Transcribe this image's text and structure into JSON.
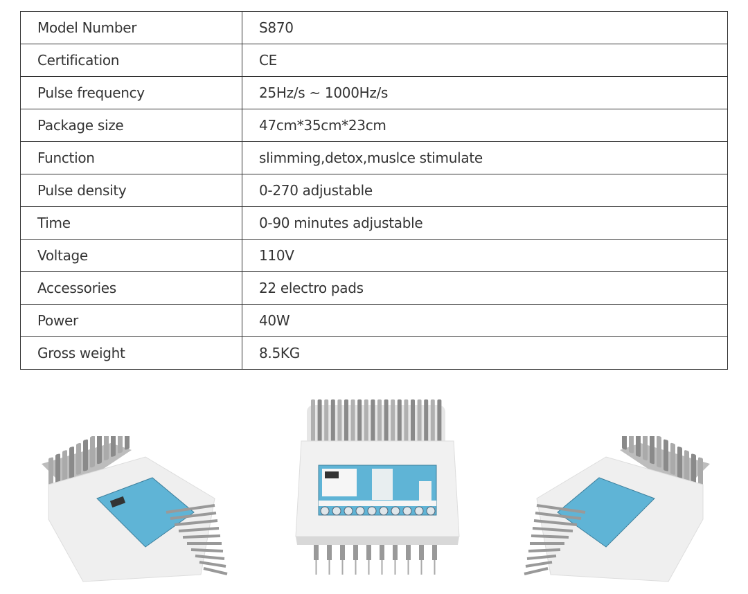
{
  "spec_table": {
    "rows": [
      {
        "label": "Model Number",
        "value": "S870"
      },
      {
        "label": "Certification",
        "value": "CE"
      },
      {
        "label": "Pulse frequency",
        "value": "25Hz/s ~ 1000Hz/s"
      },
      {
        "label": "Package size",
        "value": "47cm*35cm*23cm"
      },
      {
        "label": "Function",
        "value": "slimming,detox,muslce stimulate"
      },
      {
        "label": "Pulse density",
        "value": "0-270 adjustable"
      },
      {
        "label": "Time",
        "value": "0-90 minutes adjustable"
      },
      {
        "label": "Voltage",
        "value": "110V"
      },
      {
        "label": "Accessories",
        "value": "22 electro pads"
      },
      {
        "label": "Power",
        "value": "40W"
      },
      {
        "label": "Gross weight",
        "value": "8.5KG"
      }
    ]
  },
  "product_images": [
    {
      "view": "left-angle"
    },
    {
      "view": "front"
    },
    {
      "view": "right-angle"
    }
  ],
  "colors": {
    "panel": "#5fb4d6",
    "body": "#eeeeee",
    "text": "#333333"
  }
}
